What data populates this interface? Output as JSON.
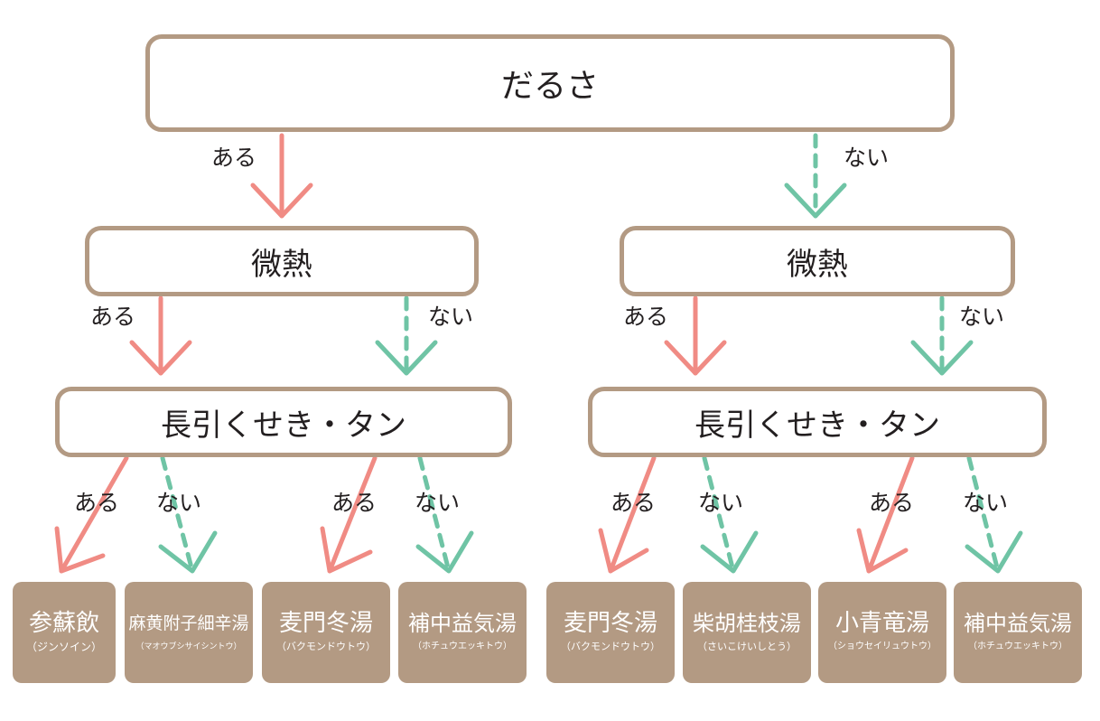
{
  "root": {
    "label": "だるさ"
  },
  "answers": {
    "yes": "ある",
    "no": "ない"
  },
  "level2": [
    {
      "label": "微熱"
    },
    {
      "label": "微熱"
    }
  ],
  "level3": [
    {
      "label": "長引くせき・タン"
    },
    {
      "label": "長引くせき・タン"
    }
  ],
  "leaves": [
    {
      "name": "参蘇飲",
      "reading": "（ジンソイン）"
    },
    {
      "name": "麻黄附子細辛湯",
      "reading": "（マオウブシサイシントウ）"
    },
    {
      "name": "麦門冬湯",
      "reading": "（バクモンドウトウ）"
    },
    {
      "name": "補中益気湯",
      "reading": "（ホチュウエッキトウ）"
    },
    {
      "name": "麦門冬湯",
      "reading": "（バクモンドウトウ）"
    },
    {
      "name": "柴胡桂枝湯",
      "reading": "（さいこけいしとう）"
    },
    {
      "name": "小青竜湯",
      "reading": "（ショウセイリュウトウ）"
    },
    {
      "name": "補中益気湯",
      "reading": "（ホチュウエッキトウ）"
    }
  ],
  "colors": {
    "yes": "#f08b84",
    "no": "#6fc4a5",
    "box": "#b39a83"
  }
}
